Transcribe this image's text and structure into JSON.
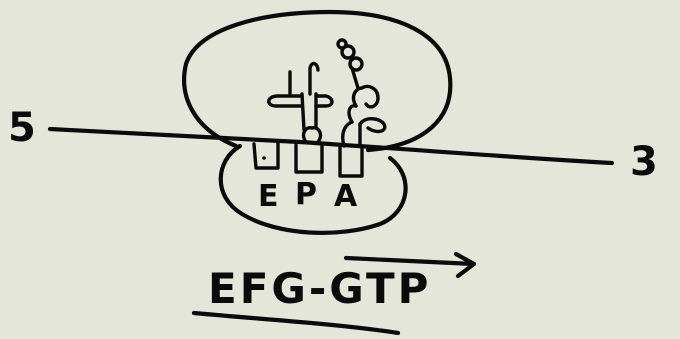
{
  "diagram": {
    "five_prime": "5",
    "three_prime": "3",
    "sites": [
      "E",
      "P",
      "A"
    ],
    "factor_label": "EFG-GTP"
  },
  "colors": {
    "background": "#e4e6da",
    "ink": "#0b0b0b"
  }
}
